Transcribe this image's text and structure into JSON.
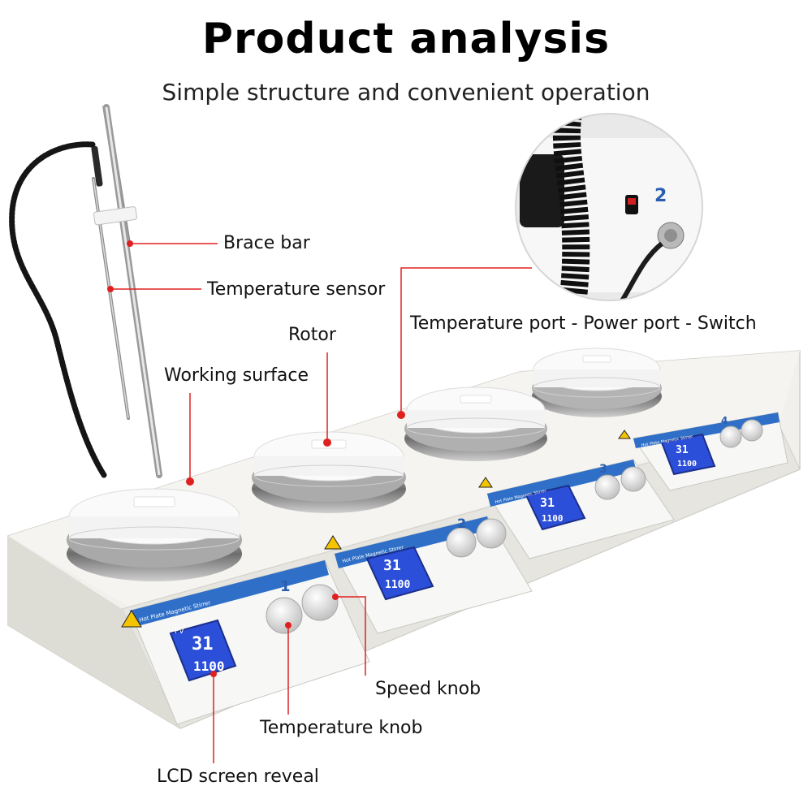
{
  "header": {
    "title": "Product analysis",
    "subtitle": "Simple structure and convenient operation"
  },
  "callouts": {
    "brace_bar": "Brace bar",
    "temperature_sensor": "Temperature sensor",
    "rotor": "Rotor",
    "working_surface": "Working surface",
    "ports": "Temperature port - Power port - Switch",
    "speed_knob": "Speed knob",
    "temperature_knob": "Temperature knob",
    "lcd_screen": "LCD screen reveal"
  },
  "device": {
    "units": [
      {
        "number": "1",
        "pv": "31",
        "sv": "1100"
      },
      {
        "number": "2",
        "pv": "31",
        "sv": "1100"
      },
      {
        "number": "3",
        "pv": "31",
        "sv": "1100"
      },
      {
        "number": "4",
        "pv": "31",
        "sv": "1100"
      }
    ],
    "panel_label": "Hot Plate Magnetic Stirrer",
    "pv_label": "PV",
    "inset_number": "2"
  },
  "colors": {
    "accent_line": "#e02020",
    "panel_blue": "#2f6fc7",
    "lcd_blue": "#2b4fd8",
    "body": "#ecebe6"
  }
}
